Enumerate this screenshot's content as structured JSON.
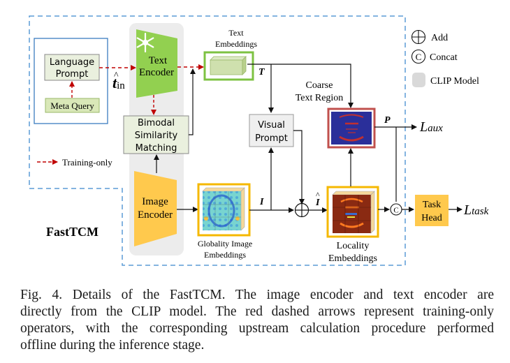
{
  "diagram": {
    "title": "FastTCM",
    "legend": {
      "add_label": "Add",
      "concat_label": "Concat",
      "concat_symbol": "C",
      "clip_label": "CLIP Model",
      "training_only_label": "Training-only"
    },
    "nodes": {
      "language_prompt": [
        "Language",
        "Prompt"
      ],
      "meta_query": "Meta Query",
      "text_encoder": [
        "Text",
        "Encoder"
      ],
      "image_encoder": [
        "Image",
        "Encoder"
      ],
      "bimodal": [
        "Bimodal",
        "Similarity",
        "Matching"
      ],
      "text_embeddings_label": [
        "Text",
        "Embeddings"
      ],
      "visual_prompt": [
        "Visual",
        "Prompt"
      ],
      "coarse_text_region_label": [
        "Coarse",
        "Text Region"
      ],
      "globality_label": [
        "Globality Image",
        "Embeddings"
      ],
      "locality_label": [
        "Locality",
        "Embeddings"
      ],
      "task_head": [
        "Task",
        "Head"
      ]
    },
    "symbols": {
      "t_in": "t",
      "t_in_sub": "in",
      "T": "T",
      "I": "I",
      "I_hat": "I",
      "P": "P",
      "L_aux": "aux",
      "L_task": "task",
      "L": "L"
    },
    "colors": {
      "dashed_border": "#5b9bd5",
      "train_arrow": "#c00000",
      "text_encoder": "#92d050",
      "image_encoder": "#ffc94d",
      "clip_bg": "#ececec",
      "box_fill": "#eaf0de",
      "task_head": "#ffc94d",
      "embedding_border": "#f5b800",
      "coarse_border": "#c0504d",
      "coarse_fill": "#2a2f9a"
    }
  },
  "caption": {
    "lines": [
      "Fig. 4.   Details of the FastTCM. The image encoder and text encoder are",
      "directly from the CLIP model. The red dashed arrows represent training-only",
      "operators, with the corresponding upstream calculation procedure performed",
      "offline during the inference stage."
    ]
  }
}
